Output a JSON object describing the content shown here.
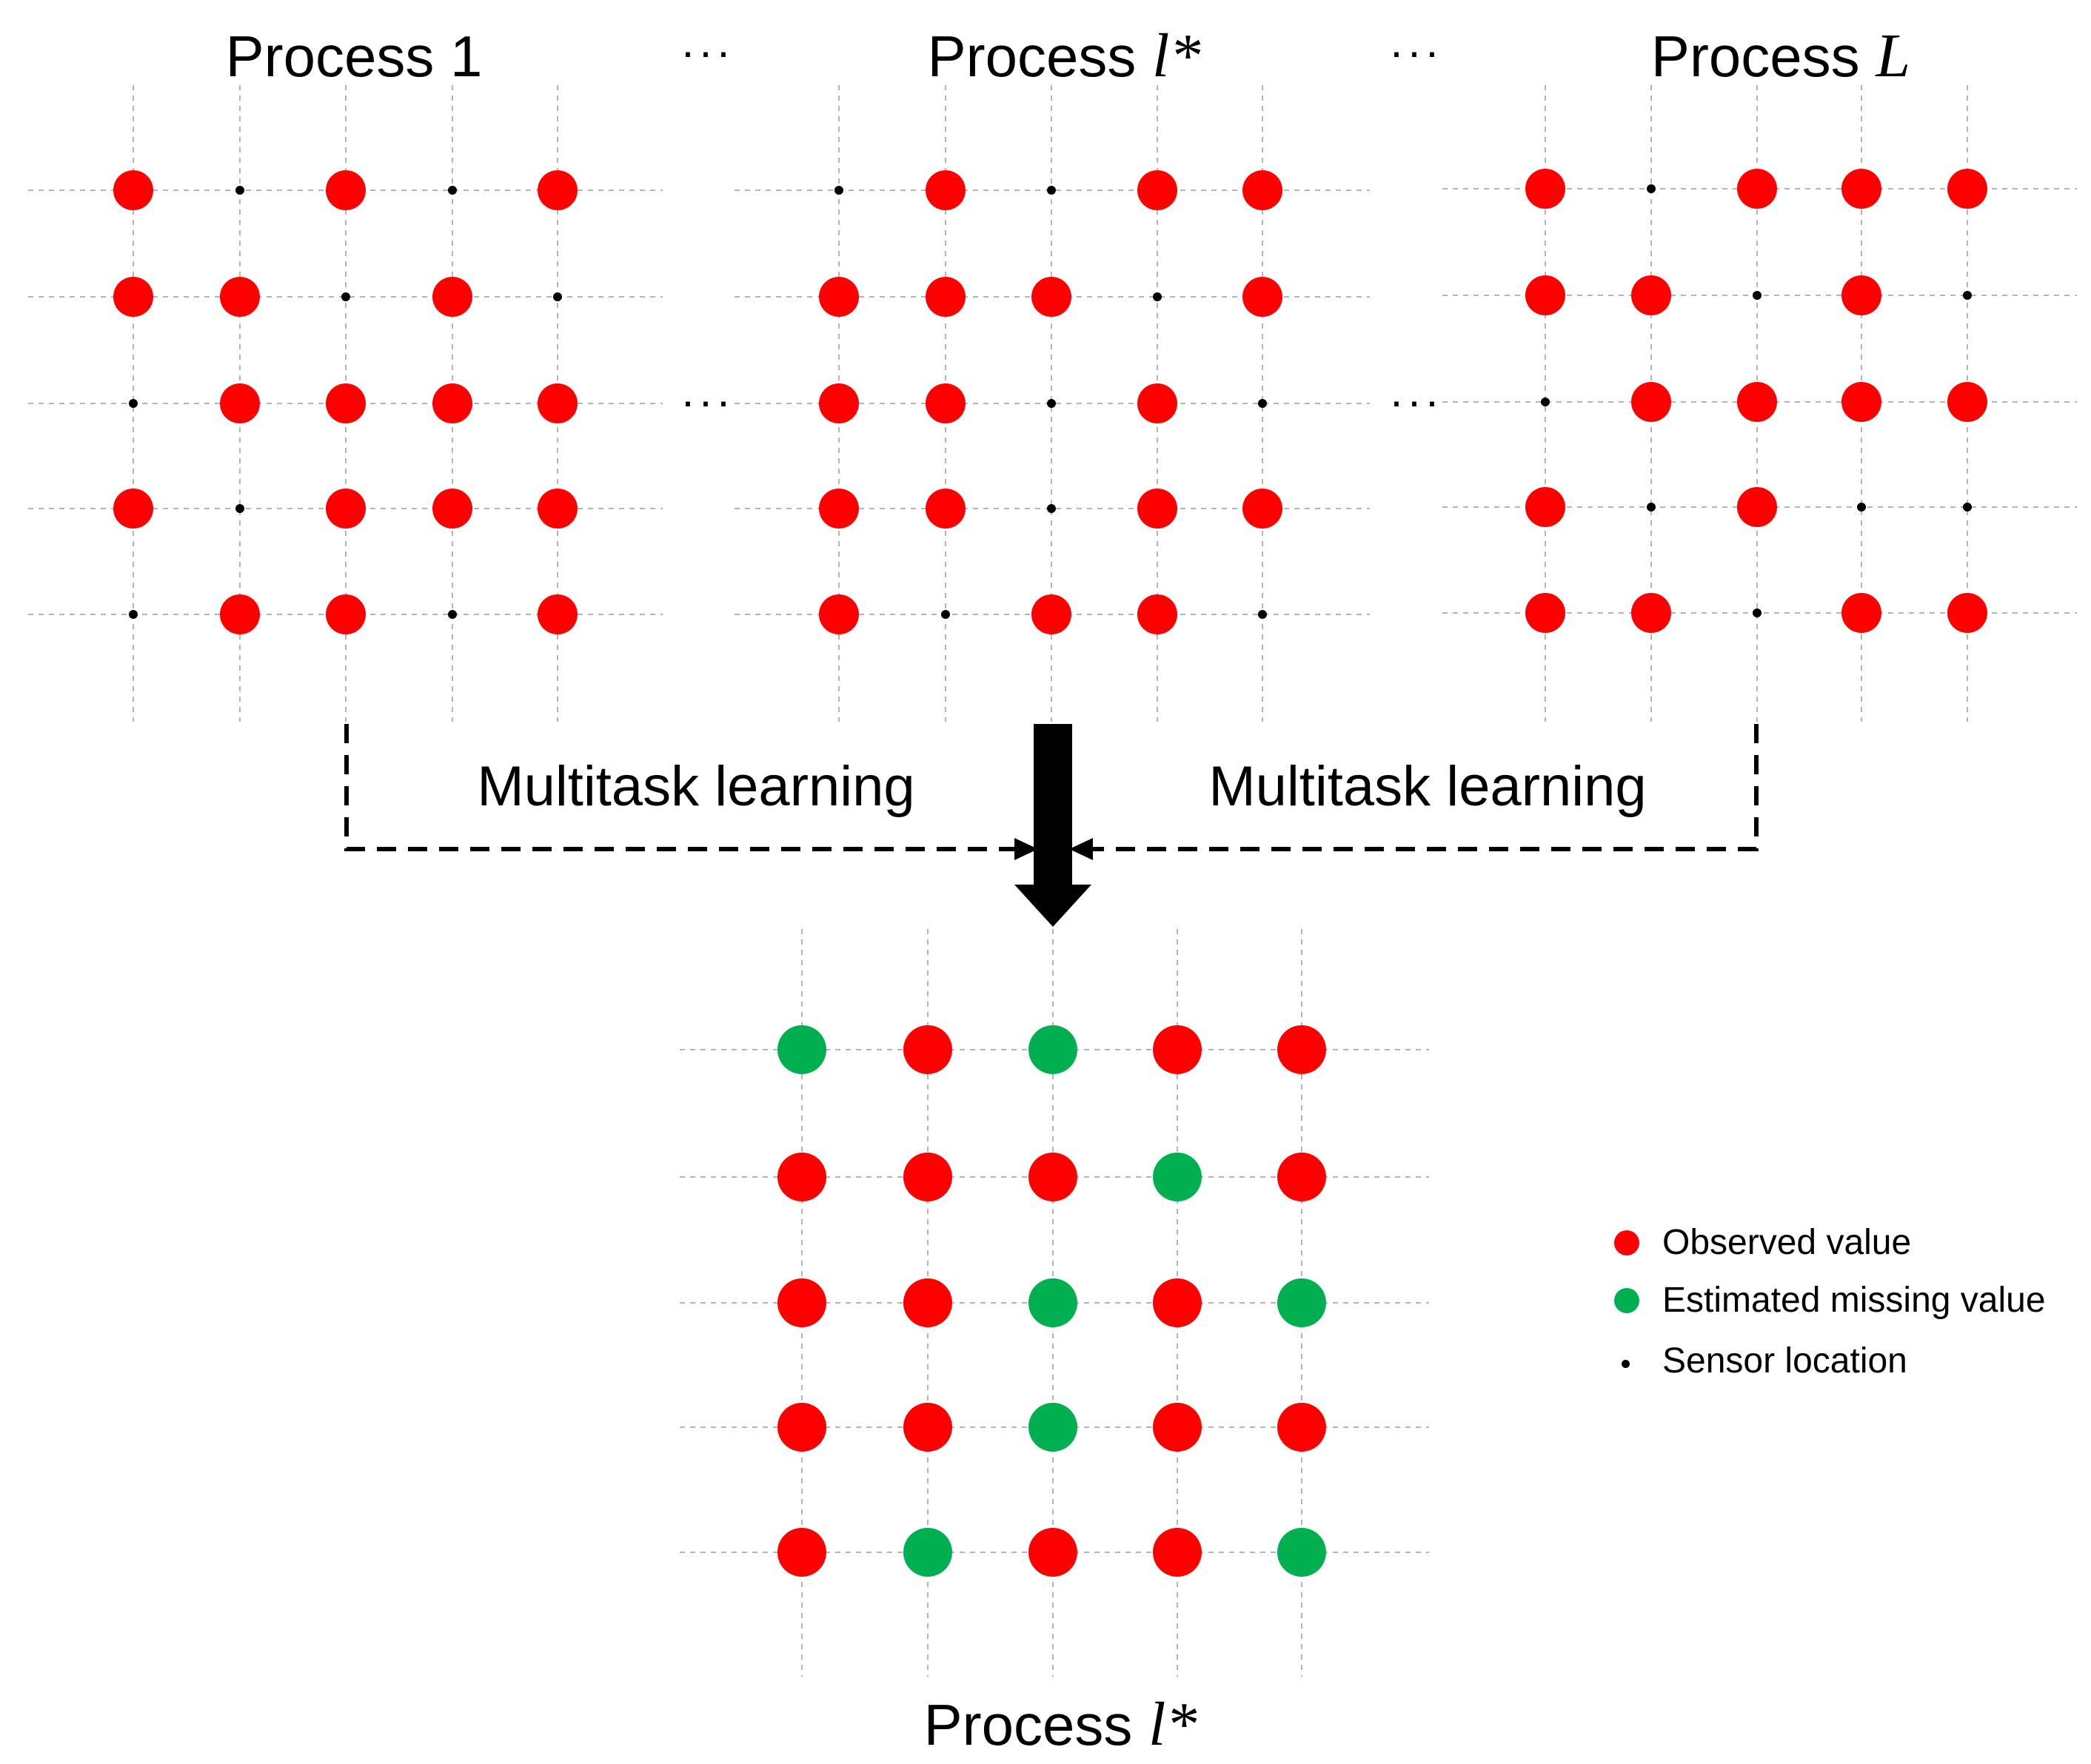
{
  "colors": {
    "observed": "#ff0000",
    "estimated": "#00b050",
    "sensor": "#000000",
    "grid": "#b4b4b4",
    "arrow": "#000000"
  },
  "titles": {
    "process_1": {
      "text": "Process 1",
      "math": ""
    },
    "process_lstar": {
      "text": "Process ",
      "math": "l*"
    },
    "process_L": {
      "text": "Process ",
      "math": "L"
    },
    "result": {
      "text": "Process ",
      "math": "l*"
    }
  },
  "ellipsis": {
    "top_1": "···",
    "top_2": "···",
    "mid_1": "···",
    "mid_2": "···"
  },
  "flow": {
    "left_label": "Multitask learning",
    "right_label": "Multitask learning"
  },
  "legend": {
    "observed": "Observed value",
    "estimated": "Estimated missing value",
    "sensor": "Sensor location"
  },
  "grids": [
    {
      "name": "process-1-grid",
      "cells": [
        [
          "o",
          "s",
          "o",
          "s",
          "o"
        ],
        [
          "o",
          "o",
          "s",
          "o",
          "s"
        ],
        [
          "s",
          "o",
          "o",
          "o",
          "o"
        ],
        [
          "o",
          "s",
          "o",
          "o",
          "o"
        ],
        [
          "s",
          "o",
          "o",
          "s",
          "o"
        ]
      ]
    },
    {
      "name": "process-lstar-grid",
      "cells": [
        [
          "s",
          "o",
          "s",
          "o",
          "o"
        ],
        [
          "o",
          "o",
          "o",
          "s",
          "o"
        ],
        [
          "o",
          "o",
          "s",
          "o",
          "s"
        ],
        [
          "o",
          "o",
          "s",
          "o",
          "o"
        ],
        [
          "o",
          "s",
          "o",
          "o",
          "s"
        ]
      ]
    },
    {
      "name": "process-L-grid",
      "cells": [
        [
          "o",
          "s",
          "o",
          "o",
          "o"
        ],
        [
          "o",
          "o",
          "s",
          "o",
          "s"
        ],
        [
          "s",
          "o",
          "o",
          "o",
          "o"
        ],
        [
          "o",
          "s",
          "o",
          "s",
          "s"
        ],
        [
          "o",
          "o",
          "s",
          "o",
          "o"
        ]
      ]
    },
    {
      "name": "result-grid",
      "cells": [
        [
          "e",
          "o",
          "e",
          "o",
          "o"
        ],
        [
          "o",
          "o",
          "o",
          "e",
          "o"
        ],
        [
          "o",
          "o",
          "e",
          "o",
          "e"
        ],
        [
          "o",
          "o",
          "e",
          "o",
          "o"
        ],
        [
          "o",
          "e",
          "o",
          "o",
          "e"
        ]
      ]
    }
  ]
}
